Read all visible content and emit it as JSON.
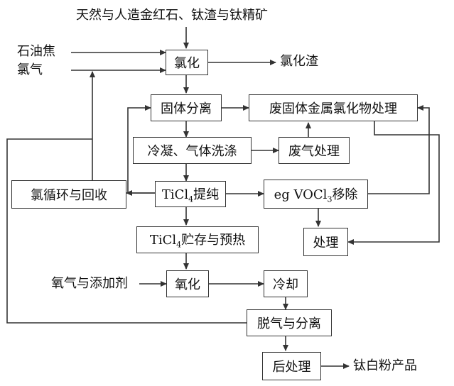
{
  "inputs": {
    "feedstock": "天然与人造金红石、钛渣与钛精矿",
    "petroleum_coke": "石油焦",
    "chlorine_gas": "氯气",
    "oxygen_additive": "氧气与添加剂"
  },
  "outputs": {
    "chlorination_slag": "氯化渣",
    "product": "钛白粉产品"
  },
  "nodes": {
    "chlorination": "氯化",
    "solid_separation": "固体分离",
    "waste_solid": "废固体金属氯化物处理",
    "condense_wash": "冷凝、气体洗涤",
    "waste_gas": "废气处理",
    "chlorine_recycle": "氯循环与回收",
    "ticl4_purify": {
      "prefix": "TiCl",
      "sub": "4",
      "suffix": "提纯"
    },
    "vocl3_removal": {
      "prefix": "eg VOCl",
      "sub": "3",
      "suffix": "移除"
    },
    "ticl4_storage": {
      "prefix": "TiCl",
      "sub": "4",
      "suffix": "贮存与预热"
    },
    "treatment": "处理",
    "oxidation": "氧化",
    "cooling": "冷却",
    "degas_separation": "脱气与分离",
    "post_treatment": "后处理"
  }
}
